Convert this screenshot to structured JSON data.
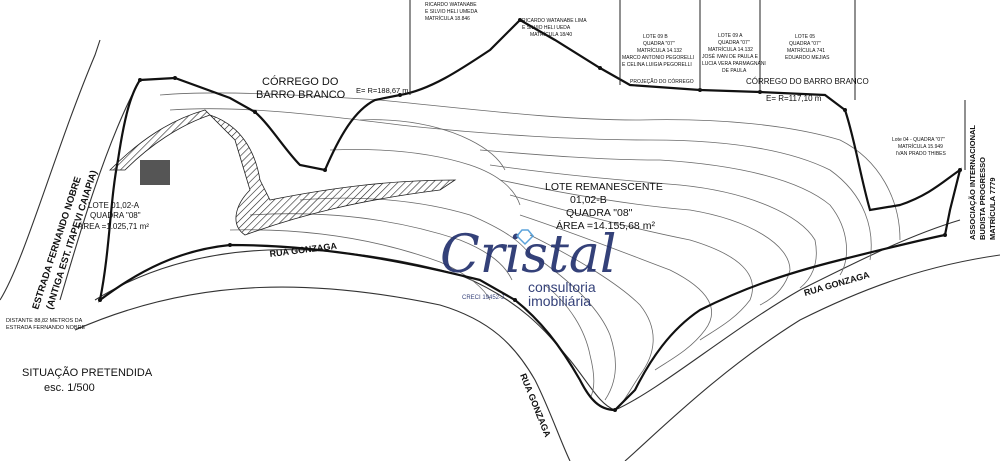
{
  "stream_labels": {
    "left_line1": "CÓRREGO DO",
    "left_line2": "BARRO BRANCO",
    "right": "CÓRREGO DO BARRO BRANCO"
  },
  "streets": {
    "rua_gonzaga": "RUA GONZAGA",
    "estrada_line1": "ESTRADA FERNANDO NOBRE",
    "estrada_line2": "(ANTIGA EST. ITAPEVI CAIAPIA)"
  },
  "lot_remanescente": {
    "line1": "LOTE REMANESCENTE",
    "line2": "01,02-B",
    "line3": "QUADRA \"08\"",
    "line4": "ÁREA =14.155,68 m²"
  },
  "lot_a": {
    "line1": "LOTE 01,02-A",
    "line2": "QUADRA \"08\"",
    "line3": "ÁREA =1.025,71 m²"
  },
  "curve_labels": {
    "c1": "E= R=188,67 m",
    "c2": "E= R=117,10 m"
  },
  "neighbors": {
    "n1_line1": "RICARDO WATANABE",
    "n1_line2": "E SILVIO HELI UMEDA",
    "n1_line3": "MATRÍCULA 18.846",
    "n2_line1": "RICARDO WATANABE LIMA",
    "n2_line2": "E SILVIO HELI UEDA",
    "n2_line3": "MATRÍCULA 18/40",
    "n3_line1": "LOTE 09 B",
    "n3_line2": "QUADRA \"07\"",
    "n3_line3": "MATRÍCULA 14.132",
    "n3_line4": "MARCO ANTONIO PEGORELLI",
    "n3_line5": "E CELINA LUIGIA PEGORELLI",
    "n4_line1": "LOTE 09 A",
    "n4_line2": "QUADRA \"07\"",
    "n4_line3": "MATRÍCULA 14.132",
    "n4_line4": "JOSÉ IVAN DE PAULA E",
    "n4_line5": "LUCIA VERA PARMAGNANI",
    "n4_line6": "DE PAULA",
    "n5_line1": "LOTE 05",
    "n5_line2": "QUADRA \"07\"",
    "n5_line3": "MATRÍCULA 741",
    "n5_line4": "EDUARDO MEJIAS",
    "n6_line1": "Lote 04 - QUADRA \"07\"",
    "n6_line2": "MATRÍCULA 15.949",
    "n6_line3": "IVAN PRADO THIBES",
    "assoc_line1": "ASSOCIAÇÃO INTERNACIONAL",
    "assoc_line2": "BUDISTA PROGRESSO",
    "assoc_line3": "MATRÍCULA 7779"
  },
  "notes": {
    "distance_line1": "DISTANTE 88,82 METROS DA",
    "distance_line2": "ESTRADA FERNANDO NOBRE",
    "projection": "PROJEÇÃO DO CÓRREGO"
  },
  "title": {
    "line1": "SITUAÇÃO PRETENDIDA",
    "line2": "esc. 1/500"
  },
  "watermark": {
    "brand": "Cristal",
    "line1": "consultoria",
    "line2": "imobiliária",
    "creci": "CRECI 19452-J",
    "color": "#1f2d6b"
  }
}
